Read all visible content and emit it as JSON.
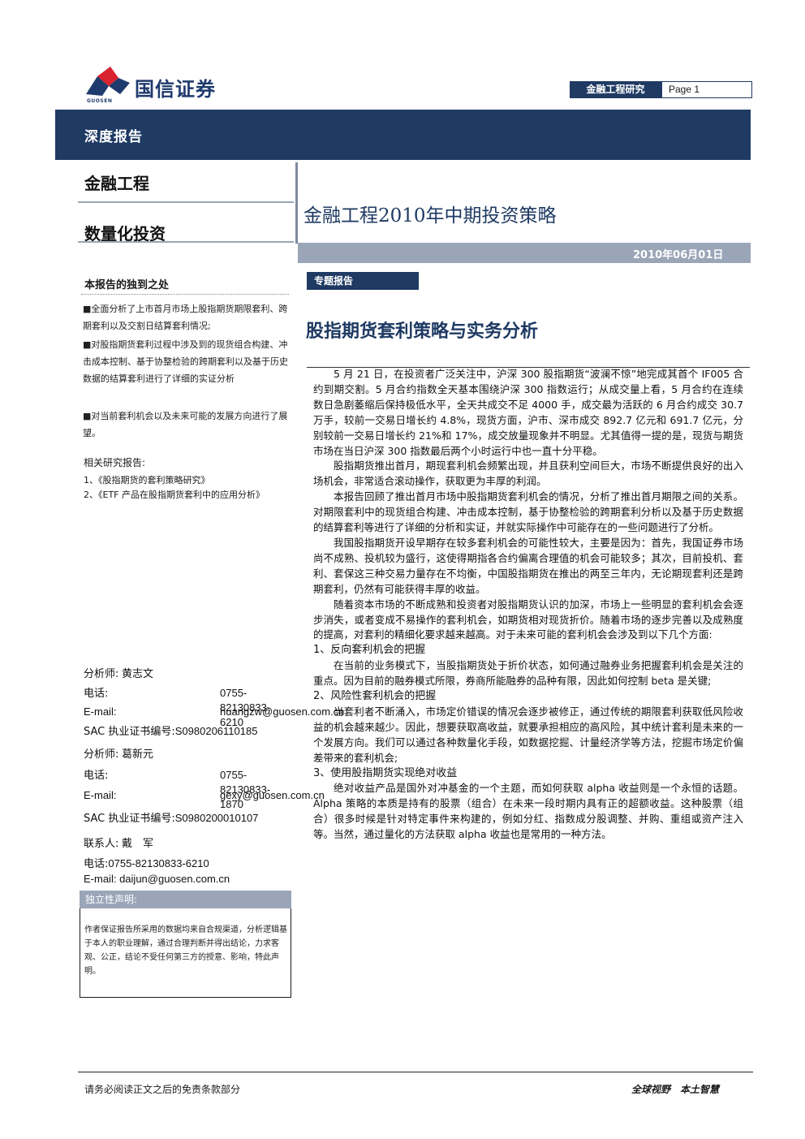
{
  "header": {
    "company_name": "国信证券",
    "company_name_en": "GUOSEN",
    "section_label": "金融工程研究",
    "page_label": "Page 1"
  },
  "banner": {
    "report_type": "深度报告",
    "category_1": "金融工程",
    "category_2": "数量化投资",
    "main_title": "金融工程2010年中期投资策略",
    "date": "2010年06月01日"
  },
  "sidebar": {
    "highlights_title": "本报告的独到之处",
    "highlights": [
      "■全面分析了上市首月市场上股指期货期限套利、跨期套利以及交割日结算套利情况;",
      "■对股指期货套利过程中涉及到的现货组合构建、冲击成本控制、基于协整检验的跨期套利以及基于历史数据的结算套利进行了详细的实证分析",
      "■对当前套利机会以及未来可能的发展方向进行了展望。"
    ],
    "related_title": "相关研究报告:",
    "related": [
      "1、《股指期货的套利策略研究》",
      "2、《ETF 产品在股指期货套利中的应用分析》"
    ],
    "analysts": [
      {
        "role_label": "分析师:",
        "name": "黄志文",
        "phone_label": "电话:",
        "phone": "0755-82130833-6210",
        "email_label": "E-mail:",
        "email": "huangzw@guosen.com.cn",
        "sac_label": "SAC 执业证书编号:",
        "sac": "S0980206110185"
      },
      {
        "role_label": "分析师:",
        "name": "葛新元",
        "phone_label": "电话:",
        "phone": "0755-82130833-1870",
        "email_label": "E-mail:",
        "email": "gexy@guosen.com.cn",
        "sac_label": "SAC 执业证书编号:",
        "sac": "S0980200010107"
      }
    ],
    "contact": {
      "role_label": "联系人:",
      "name": "戴　军",
      "phone_label": "电话:",
      "phone": "0755-82130833-6210",
      "email_label": "E-mail:",
      "email": "daijun@guosen.com.cn"
    },
    "declaration_title": "独立性声明:",
    "declaration_text": "作者保证报告所采用的数据均来自合规渠道，分析逻辑基于本人的职业理解，通过合理判断并得出结论，力求客观、公正，结论不受任何第三方的授意、影响，特此声明。"
  },
  "article": {
    "tag": "专题报告",
    "title": "股指期货套利策略与实务分析",
    "paragraphs": [
      "5 月 21 日，在投资者广泛关注中，沪深 300 股指期货“波澜不惊”地完成其首个 IF005 合约到期交割。5 月合约指数全天基本围绕沪深 300 指数运行；从成交量上看，5 月合约在连续数日急剧萎缩后保持极低水平，全天共成交不足 4000 手，成交最为活跃的 6 月合约成交 30.7 万手，较前一交易日增长约 4.8%，现货方面，沪市、深市成交 892.7 亿元和 691.7 亿元，分别较前一交易日增长约 21%和 17%，成交放量现象并不明显。尤其值得一提的是，现货与期货市场在当日沪深 300 指数最后两个小时运行中也一直十分平稳。",
      "股指期货推出首月，期现套利机会频繁出现，并且获利空间巨大，市场不断提供良好的出入场机会，非常适合滚动操作，获取更为丰厚的利润。",
      "本报告回顾了推出首月市场中股指期货套利机会的情况，分析了推出首月期限之间的关系。对期限套利中的现货组合构建、冲击成本控制，基于协整检验的跨期套利分析以及基于历史数据的结算套利等进行了详细的分析和实证，并就实际操作中可能存在的一些问题进行了分析。",
      "我国股指期货开设早期存在较多套利机会的可能性较大，主要是因为：首先，我国证券市场尚不成熟、投机较为盛行，这使得期指各合约偏离合理值的机会可能较多；其次，目前投机、套利、套保这三种交易力量存在不均衡，中国股指期货在推出的两至三年内，无论期现套利还是跨期套利，仍然有可能获得丰厚的收益。",
      "随着资本市场的不断成熟和投资者对股指期货认识的加深，市场上一些明显的套利机会会逐步消失，或者变成不易操作的套利机会，如期货相对现货折价。随着市场的逐步完善以及成熟度的提高，对套利的精细化要求越来越高。对于未来可能的套利机会会涉及到以下几个方面:"
    ],
    "sections": [
      {
        "heading": "1、反向套利机会的把握",
        "text": "在当前的业务模式下，当股指期货处于折价状态，如何通过融券业务把握套利机会是关注的重点。因为目前的融券模式所限，券商所能融券的品种有限，因此如何控制 beta 是关键;"
      },
      {
        "heading": "2、风险性套利机会的把握",
        "text": "当套利者不断涌入，市场定价错误的情况会逐步被修正，通过传统的期限套利获取低风险收益的机会越来越少。因此，想要获取高收益，就要承担相应的高风险，其中统计套利是未来的一个发展方向。我们可以通过各种数量化手段，如数据挖掘、计量经济学等方法，挖掘市场定价偏差带来的套利机会;"
      },
      {
        "heading": "3、使用股指期货实现绝对收益",
        "text": "绝对收益产品是国外对冲基金的一个主题，而如何获取 alpha 收益则是一个永恒的话题。Alpha 策略的本质是持有的股票（组合）在未来一段时期内具有正的超额收益。这种股票（组合）很多时候是针对特定事件来构建的，例如分红、指数成分股调整、并购、重组或资产注入等。当然，通过量化的方法获取 alpha 收益也是常用的一种方法。"
      }
    ]
  },
  "footer": {
    "disclaimer": "请务必阅读正文之后的免责条款部分",
    "slogan": "全球视野　本土智慧"
  },
  "colors": {
    "brand_navy": "#1f3a63",
    "accent_gray": "#9aa5b8",
    "logo_red": "#d9232e"
  }
}
